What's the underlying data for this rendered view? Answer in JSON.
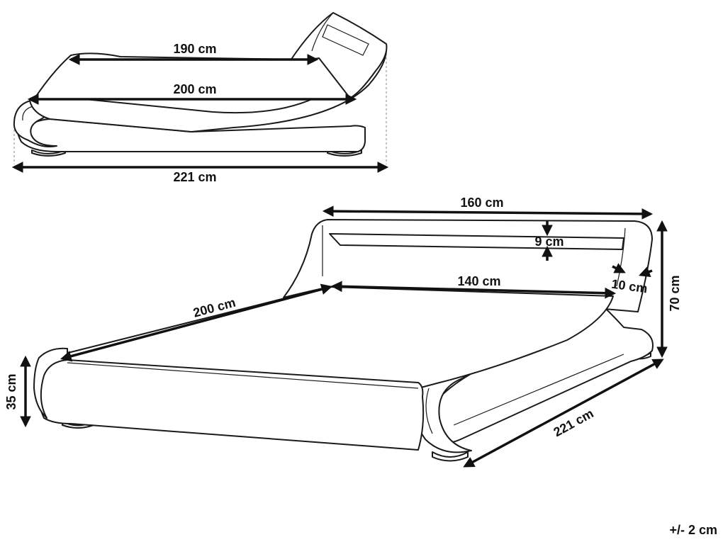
{
  "side_view": {
    "mattress_length": "190 cm",
    "frame_inner_length": "200 cm",
    "total_length": "221 cm"
  },
  "perspective_view": {
    "width_total": "160 cm",
    "light_strip_height": "9 cm",
    "inner_width": "140 cm",
    "side_thickness": "10 cm",
    "headboard_height": "70 cm",
    "inner_length": "200 cm",
    "frame_height": "35 cm",
    "total_length": "221 cm"
  },
  "tolerance": "+/- 2 cm",
  "colors": {
    "line": "#1a1a1a",
    "arrow": "#111111",
    "guide": "#888888"
  }
}
